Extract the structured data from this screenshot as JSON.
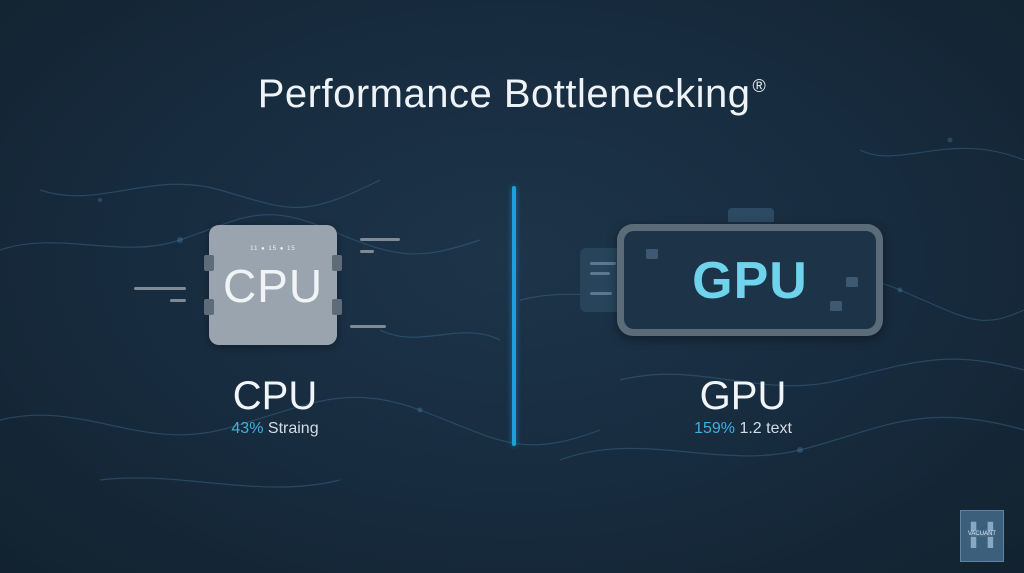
{
  "title": {
    "text": "Performance Bottlenecking",
    "mark": "®"
  },
  "cpu": {
    "chip_text": "CPU",
    "pins_text": "11 ● 15 ● 15",
    "label": "CPU",
    "stat_pct": "43%",
    "stat_text": "Straing"
  },
  "gpu": {
    "chip_text": "GPU",
    "label": "GPU",
    "stat_pct": "159%",
    "stat_text": "1.2 text"
  },
  "watermark": {
    "text": "VACUANT"
  },
  "colors": {
    "accent": "#1f9fd8",
    "gpu_text": "#6fd3ec",
    "background": "#172b3e"
  }
}
